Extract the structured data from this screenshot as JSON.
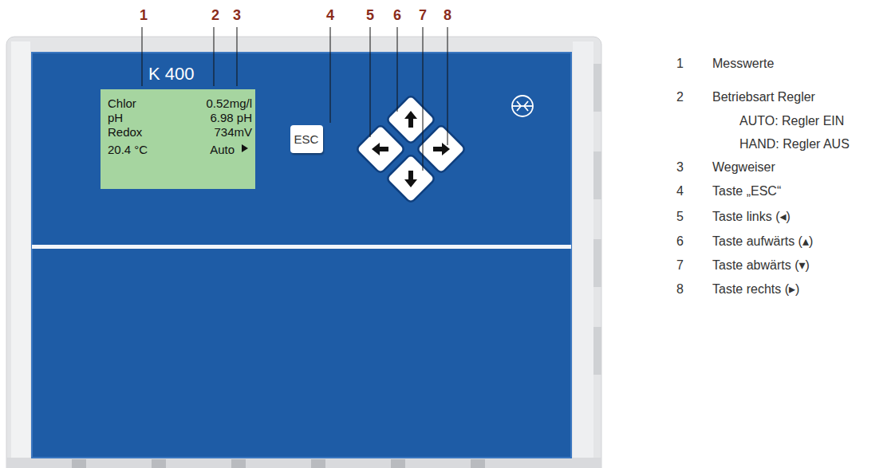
{
  "diagram": {
    "nodes": [
      {
        "text": [
          "K 400"
        ]
      },
      {
        "text": [
          "Chlor",
          "0.52mg/l",
          "pH",
          "6.98 pH",
          "Redox",
          "734mV",
          "20.4 °C",
          "Auto"
        ],
        "in": 0
      },
      {
        "text": [
          "ESC"
        ],
        "in": 0
      }
    ],
    "labels": [
      "1",
      "2",
      "3",
      "4",
      "5",
      "6",
      "7",
      "8",
      "1",
      "Messwerte",
      "2",
      "Betriebsart Regler",
      "AUTO: Regler EIN",
      "HAND: Regler AUS",
      "3",
      "Wegweiser",
      "4",
      "Taste „ESC“",
      "5",
      "Taste links (◂)",
      "6",
      "Taste aufwärts (▴)",
      "7",
      "Taste abwärts (▾)",
      "8",
      "Taste rechts (▸)"
    ]
  }
}
